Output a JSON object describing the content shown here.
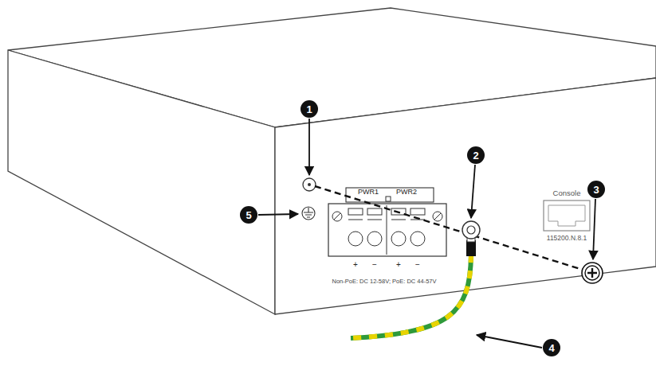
{
  "diagram": {
    "nodes": [
      {
        "text": [
          "1"
        ]
      },
      {
        "text": [
          "2"
        ]
      },
      {
        "text": [
          "3"
        ]
      },
      {
        "text": [
          "5"
        ]
      },
      {
        "text": [
          "4"
        ]
      }
    ],
    "labels": [
      "PWR1",
      "PWR2",
      "+",
      "−",
      "+",
      "−",
      "Non-PoE: DC 12-58V; PoE: DC 44-57V",
      "Console",
      "115200.N.8.1"
    ]
  }
}
